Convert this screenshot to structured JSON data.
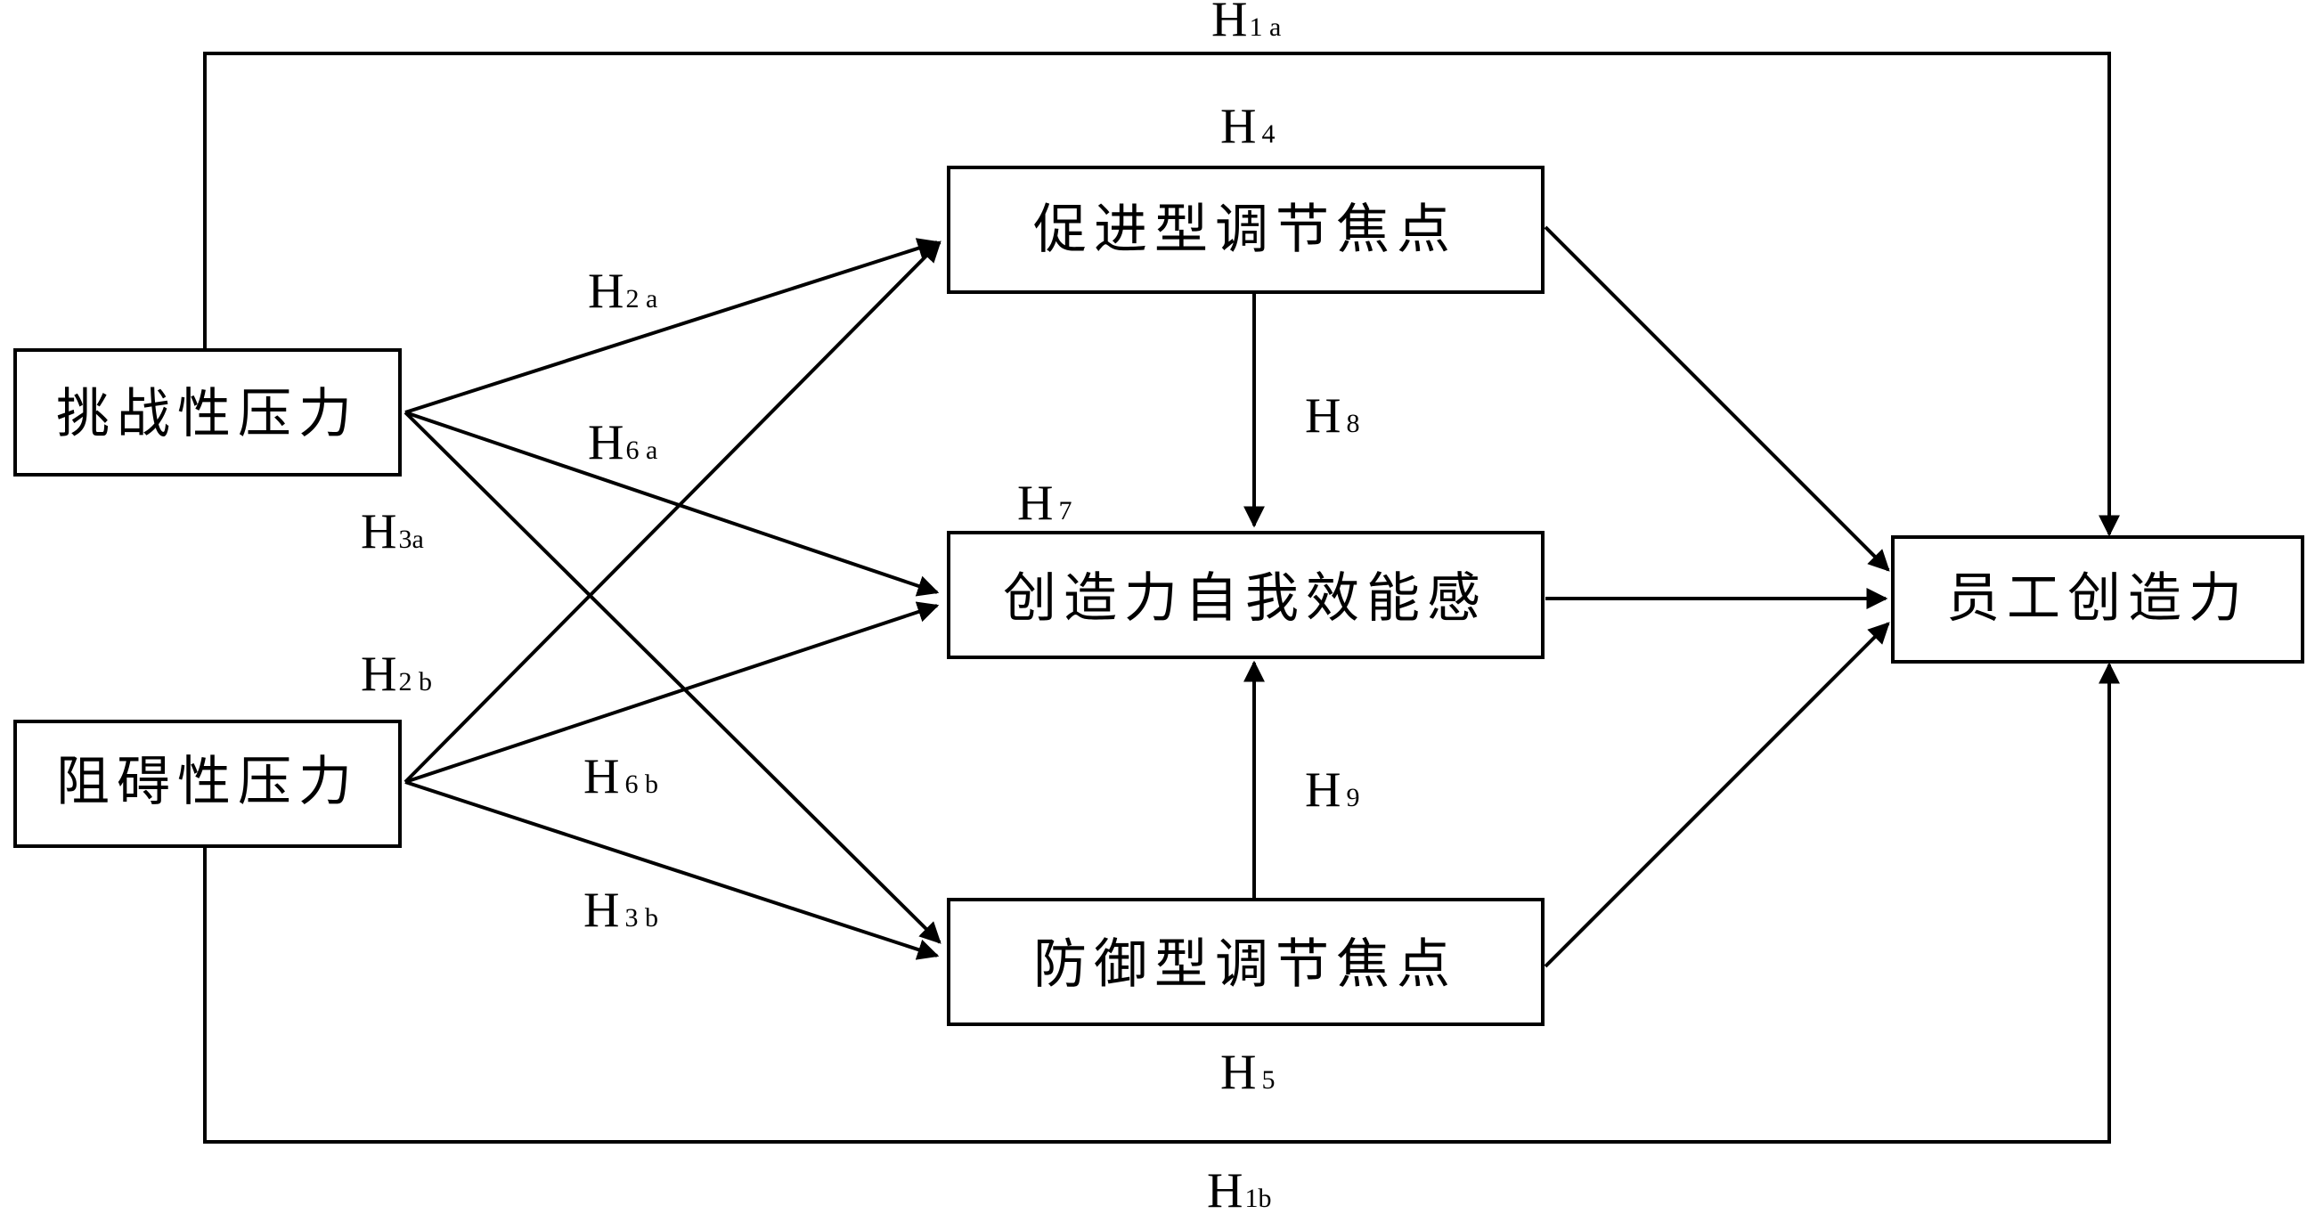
{
  "nodes": {
    "challenge_stress": "挑战性压力",
    "hindrance_stress": "阻碍性压力",
    "promotion_focus": "促进型调节焦点",
    "self_efficacy": "创造力自我效能感",
    "prevention_focus": "防御型调节焦点",
    "employee_creativity": "员工创造力"
  },
  "hypotheses": {
    "h1a": {
      "main": "H",
      "sub": "1 a"
    },
    "h1b": {
      "main": "H",
      "sub": "1b"
    },
    "h2a": {
      "main": "H",
      "sub": "2 a"
    },
    "h2b": {
      "main": "H",
      "sub": "2 b"
    },
    "h3a": {
      "main": "H",
      "sub": "3a"
    },
    "h3b": {
      "main": "H",
      "sub": "3  b"
    },
    "h4": {
      "main": "H",
      "sub": "4"
    },
    "h5": {
      "main": "H",
      "sub": "5"
    },
    "h6a": {
      "main": "H",
      "sub": "6 a"
    },
    "h6b": {
      "main": "H",
      "sub": "6  b"
    },
    "h7": {
      "main": "H",
      "sub": "7"
    },
    "h8": {
      "main": "H",
      "sub": "8"
    },
    "h9": {
      "main": "H",
      "sub": "9"
    }
  },
  "colors": {
    "line": "#000000",
    "background": "#ffffff"
  }
}
